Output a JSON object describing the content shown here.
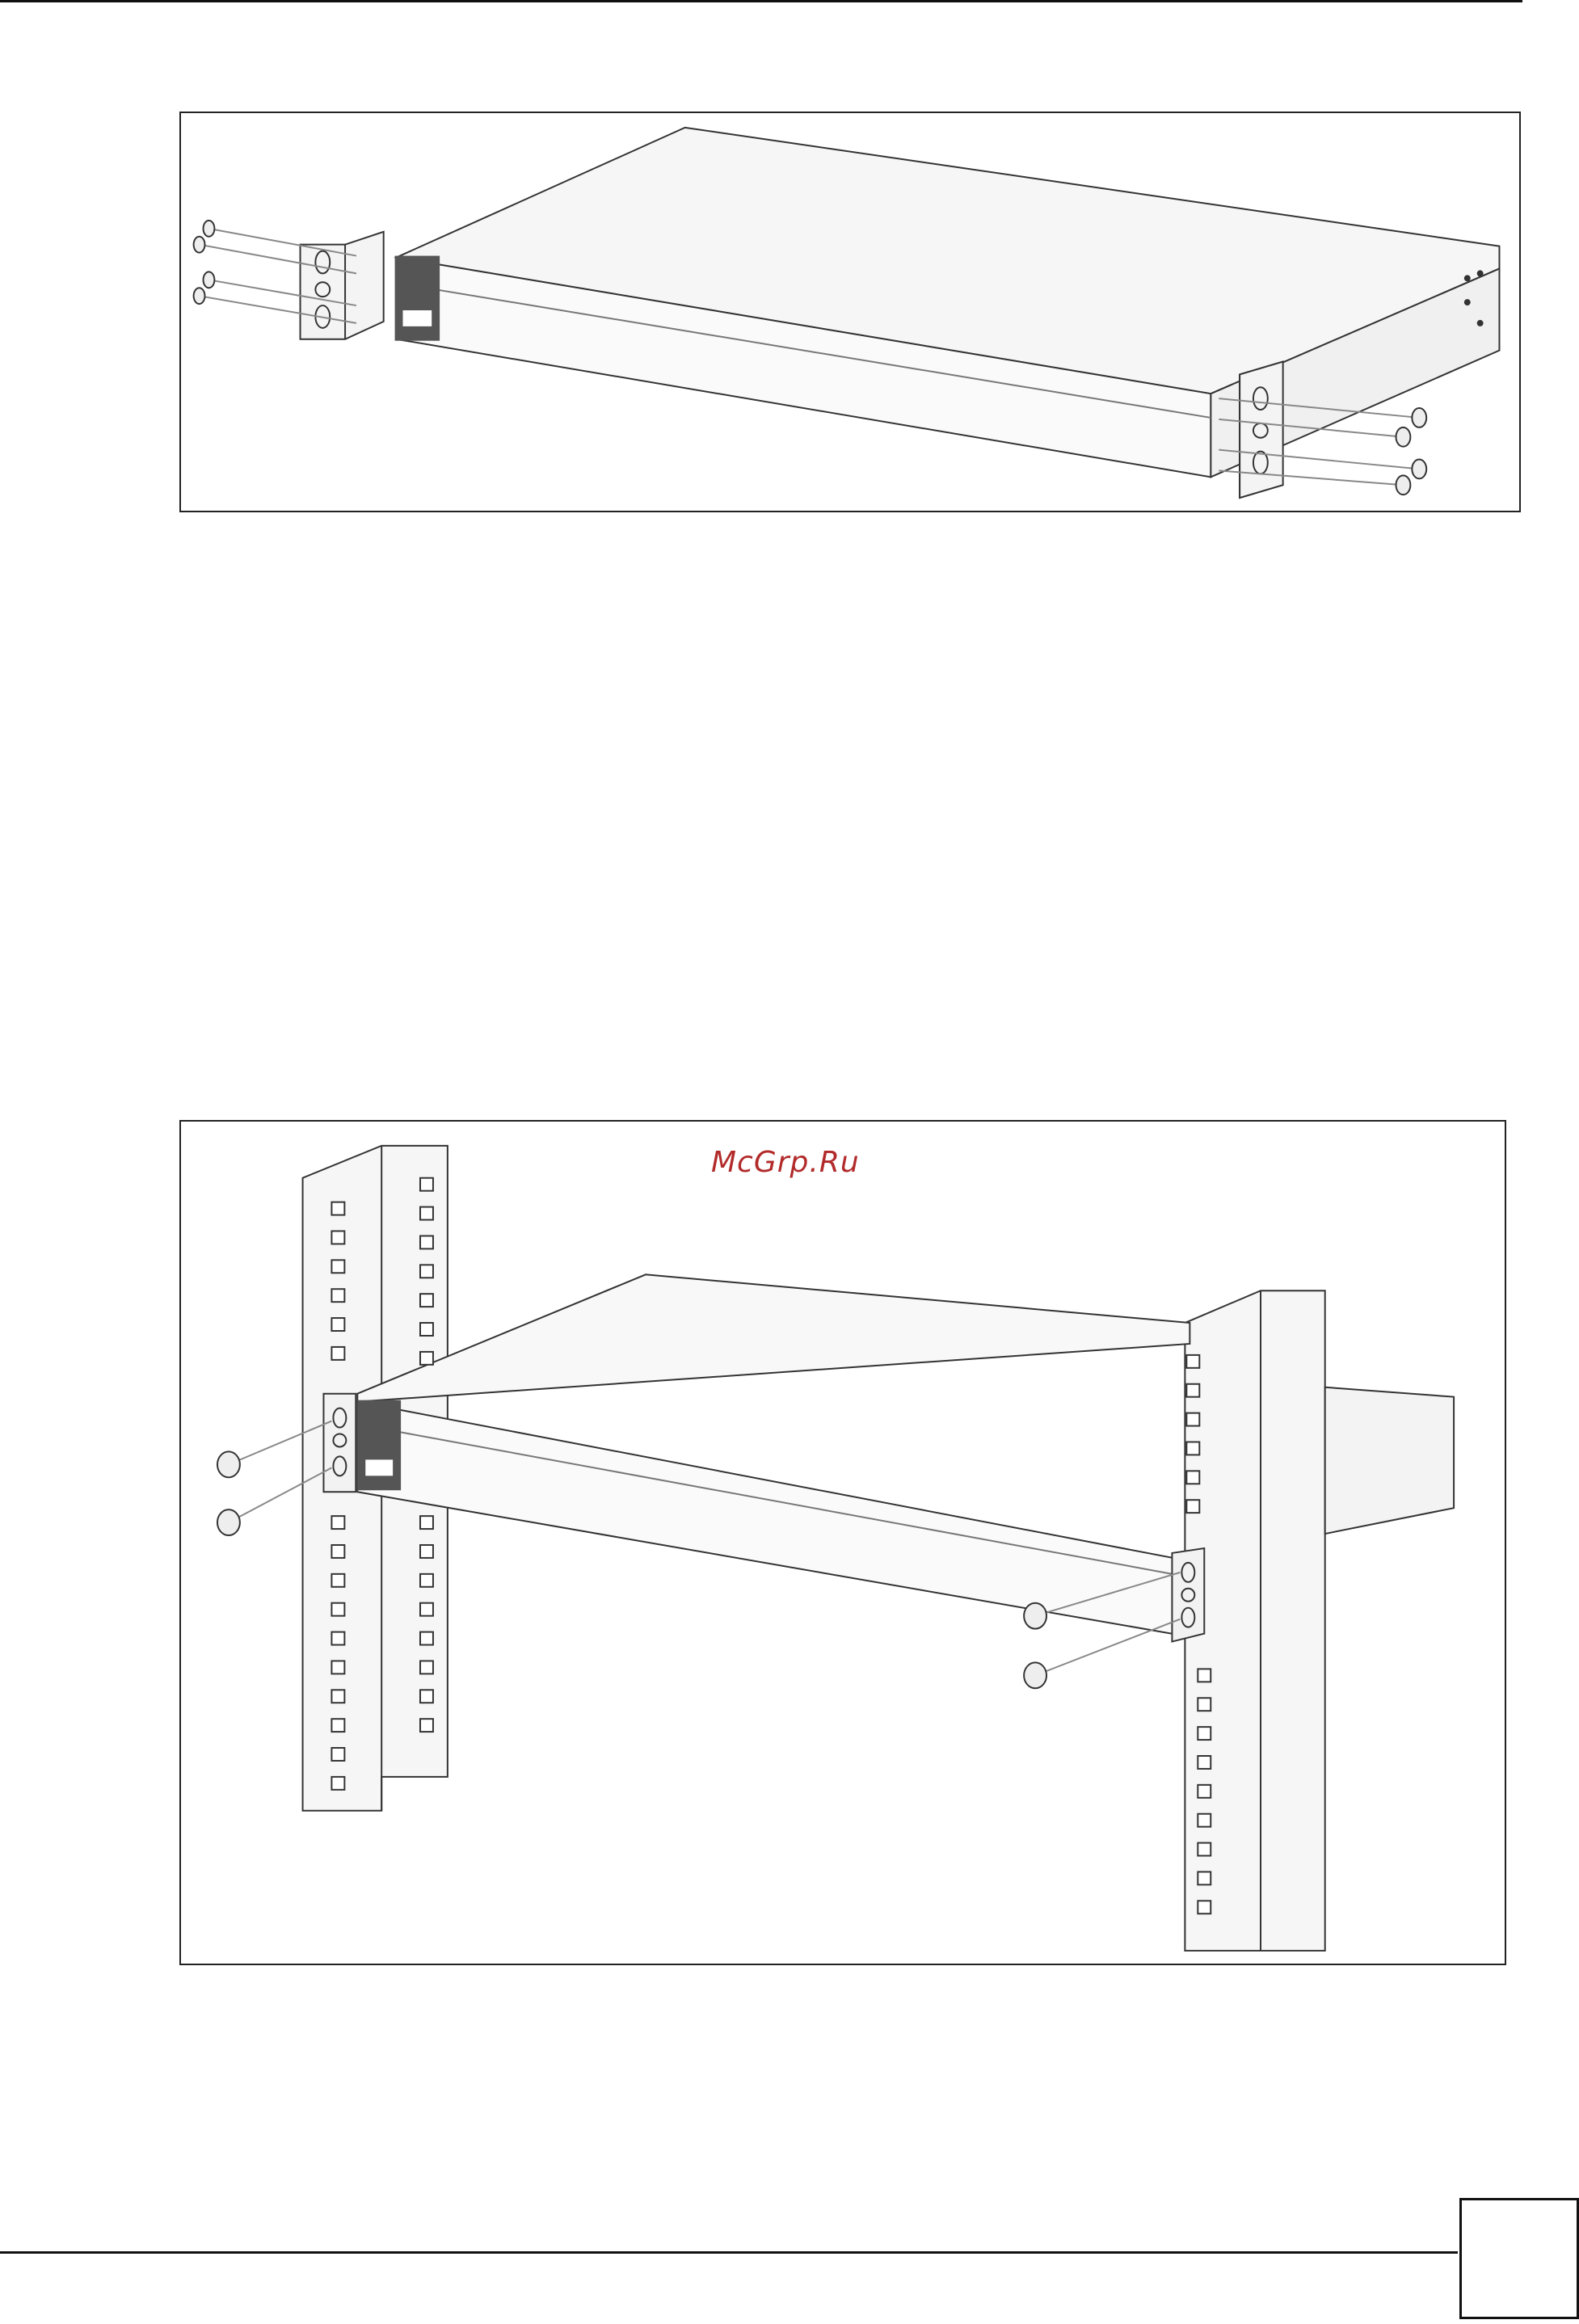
{
  "watermark": {
    "text": "McGrp.Ru",
    "color": "#b22a2a"
  },
  "figures": [
    {
      "depicts": "device-with-mounting-brackets-exploded-view"
    },
    {
      "depicts": "device-mounted-in-rack"
    }
  ]
}
